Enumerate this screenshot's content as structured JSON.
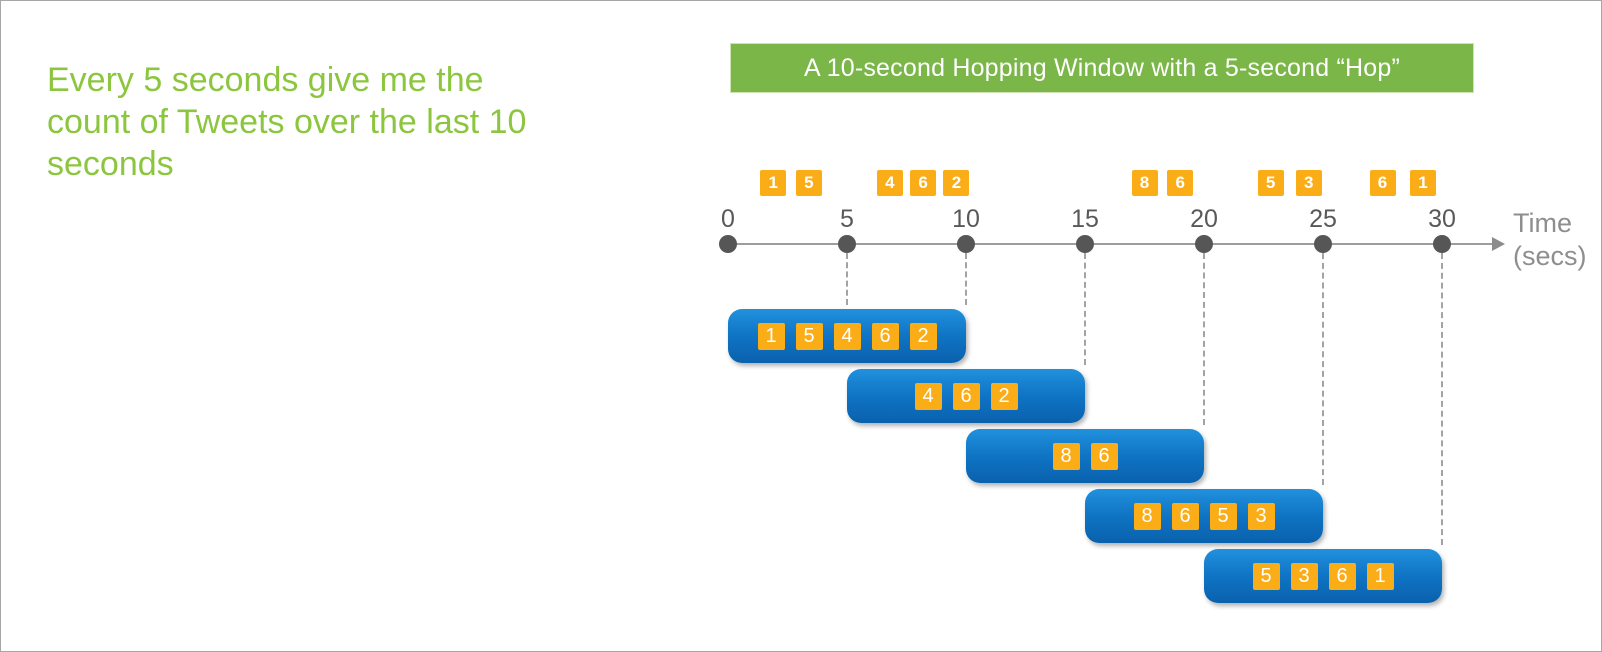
{
  "page": {
    "frame_color": "#a6a6a6",
    "background": "#ffffff"
  },
  "left_note": {
    "lines": [
      "Every 5 seconds give me the",
      "count of Tweets over the last 10",
      "seconds"
    ],
    "color": "#8cc63f"
  },
  "banner": {
    "label": "A 10-second Hopping Window with a 5-second “Hop”",
    "bg": "#7ab648",
    "text_color": "#ffffff"
  },
  "timeline": {
    "ticks": [
      0,
      5,
      10,
      15,
      20,
      25,
      30
    ],
    "axis_label_line1": "Time",
    "axis_label_line2": "(secs)",
    "events": [
      {
        "value": 1,
        "t": 1.9
      },
      {
        "value": 5,
        "t": 3.4
      },
      {
        "value": 4,
        "t": 6.8
      },
      {
        "value": 6,
        "t": 8.2
      },
      {
        "value": 2,
        "t": 9.6
      },
      {
        "value": 8,
        "t": 17.5
      },
      {
        "value": 6,
        "t": 19.0
      },
      {
        "value": 5,
        "t": 22.8
      },
      {
        "value": 3,
        "t": 24.4
      },
      {
        "value": 6,
        "t": 27.5
      },
      {
        "value": 1,
        "t": 29.2
      }
    ]
  },
  "dashed_guides": [
    5,
    10,
    15,
    20,
    25,
    30
  ],
  "windows": [
    {
      "start": 0,
      "end": 10,
      "values": [
        1,
        5,
        4,
        6,
        2
      ]
    },
    {
      "start": 5,
      "end": 15,
      "values": [
        4,
        6,
        2
      ]
    },
    {
      "start": 10,
      "end": 20,
      "values": [
        8,
        6
      ]
    },
    {
      "start": 15,
      "end": 25,
      "values": [
        8,
        6,
        5,
        3
      ]
    },
    {
      "start": 20,
      "end": 30,
      "values": [
        5,
        3,
        6,
        1
      ]
    }
  ],
  "colors": {
    "event_orange": "#fbad18",
    "window_blue_top": "#2191dd",
    "window_blue_bottom": "#0a61ad",
    "axis_gray": "#9d9d9d",
    "dot_gray": "#565656",
    "label_gray": "#58595b",
    "time_label_gray": "#8e8e8e",
    "banner_green": "#7ab648",
    "note_green": "#8cc63f"
  }
}
